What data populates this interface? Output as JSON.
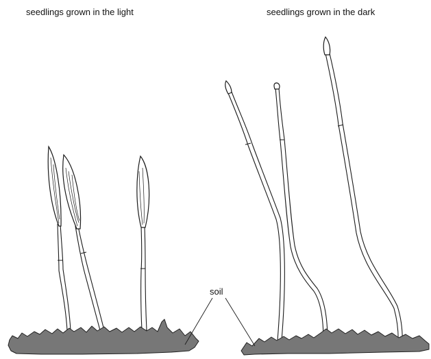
{
  "captions": {
    "light": "seedlings grown in the light",
    "dark": "seedlings grown in the dark"
  },
  "labels": {
    "soil": "soil"
  },
  "colors": {
    "soil": "#777777",
    "outline": "#1a1a1a",
    "background": "#ffffff"
  }
}
